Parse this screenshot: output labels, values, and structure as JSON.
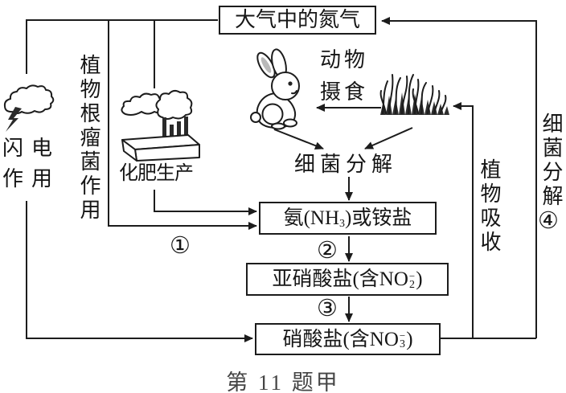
{
  "title_box": "大气中的氮气",
  "lightning": {
    "line1": "闪电",
    "line2": "作用"
  },
  "root_nodule": "植物根瘤菌作用",
  "fertilizer": "化肥生产",
  "animal_feeding": {
    "line1": "动物",
    "line2": "摄食"
  },
  "bacteria_mid": "细菌分解",
  "plant_absorb": "植物吸收",
  "bacteria_right": "细菌分解",
  "steps": {
    "one": "①",
    "two": "②",
    "three": "③",
    "four": "④"
  },
  "ammonia": {
    "pre": "氨(NH",
    "sub": "3",
    "post": ")或铵盐"
  },
  "nitrite": {
    "pre": "亚硝酸盐(含NO",
    "sub": "2",
    "charge": "−",
    "post": ")"
  },
  "nitrate": {
    "pre": "硝酸盐(含NO",
    "sub": "3",
    "charge": "−",
    "post": ")"
  },
  "caption": "第 11 题甲",
  "icons": {
    "lightning_cloud": "lightning-cloud",
    "factory": "factory-smokestacks",
    "rabbit": "rabbit",
    "grass": "grass-tuft"
  },
  "colors": {
    "line": "#1c1c1c",
    "text": "#161616",
    "caption": "#454545",
    "background": "#ffffff"
  }
}
